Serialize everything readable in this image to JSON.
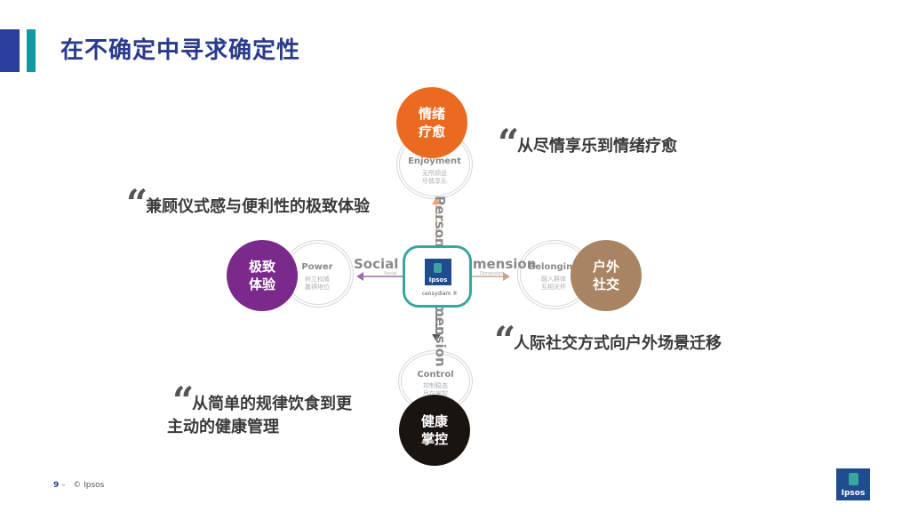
{
  "title": "在不确定中寻求确定性",
  "quotes": {
    "top_right": "从尽情享乐到情绪疗愈",
    "mid_left": "兼顾仪式感与便利性的极致体验",
    "lower_right": "人际社交方式向户外场景迁移",
    "bottom_left_line1": "从简单的规律饮食到更",
    "bottom_left_line2": "主动的健康管理"
  },
  "nodes": {
    "top": {
      "circle_line1": "情绪",
      "circle_line2": "疗愈",
      "ring_label": "Enjoyment",
      "ring_sub1": "无所顾忌",
      "ring_sub2": "尽情享乐",
      "color": "#ea6a20"
    },
    "left": {
      "circle_line1": "极致",
      "circle_line2": "体验",
      "ring_label": "Power",
      "ring_sub1": "树立权威",
      "ring_sub2": "赢得地位",
      "color": "#7b2a8c"
    },
    "right": {
      "circle_line1": "户外",
      "circle_line2": "社交",
      "ring_label": "Belonging",
      "ring_sub1": "融入群体",
      "ring_sub2": "互相关怀",
      "color": "#a88463"
    },
    "bottom": {
      "circle_line1": "健康",
      "circle_line2": "掌控",
      "ring_label": "Control",
      "ring_sub1": "控制稳态",
      "ring_sub2": "尽在掌控",
      "color": "#1a1411"
    }
  },
  "axes": {
    "social": "Social",
    "social_sub": "Social",
    "dimension_h": "dimension",
    "dimension_h_sub": "Dimension",
    "personal": "Personal",
    "dimension_v": "dimension"
  },
  "center": {
    "logo_text": "Ipsos",
    "caption": "censydiam ®"
  },
  "footer": {
    "page": "9",
    "separator": "–",
    "copyright": "© Ipsos",
    "logo_text": "Ipsos"
  },
  "colors": {
    "title": "#2a3a8c",
    "accent_blue": "#2a3f9d",
    "accent_teal": "#0f9ba1"
  }
}
